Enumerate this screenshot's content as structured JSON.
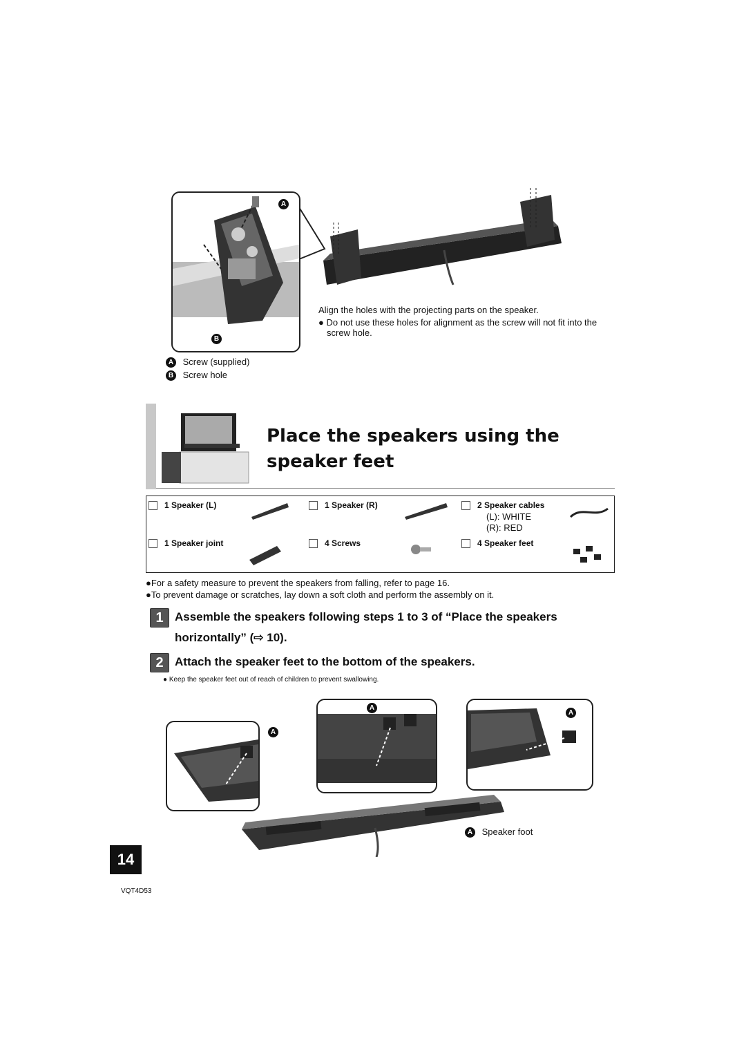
{
  "figure1": {
    "label_a": "A",
    "label_b": "B",
    "align_note": "Align the holes with the projecting parts on the speaker.",
    "warning_note": "Do not use these holes for alignment as the screw will not fit into the screw hole.",
    "legend": [
      {
        "marker": "A",
        "text": "Screw (supplied)"
      },
      {
        "marker": "B",
        "text": "Screw hole"
      }
    ]
  },
  "section": {
    "title_line1": "Place the speakers using the",
    "title_line2": "speaker feet"
  },
  "accessories": [
    {
      "label": "1 Speaker (L)"
    },
    {
      "label": "1 Speaker (R)"
    },
    {
      "label": "2 Speaker cables",
      "sub1": "(L): WHITE",
      "sub2": "(R): RED"
    },
    {
      "label": "1 Speaker joint"
    },
    {
      "label": "4 Screws"
    },
    {
      "label": "4 Speaker feet"
    }
  ],
  "notes": [
    "●For a safety measure to prevent the speakers from falling, refer to page 16.",
    "●To prevent damage or scratches, lay down a soft cloth and perform the assembly on it."
  ],
  "steps": [
    {
      "num": "1",
      "line1": "Assemble the speakers following steps 1 to 3 of “Place the speakers",
      "line2": "horizontally” (⇨ 10)."
    },
    {
      "num": "2",
      "line1": "Attach the speaker feet to the bottom of the speakers."
    }
  ],
  "step2_note": "●  Keep the speaker feet out of reach of children to prevent swallowing.",
  "figure2": {
    "marker": "A",
    "legend_text": "Speaker foot"
  },
  "page_number": "14",
  "doc_code": "VQT4D53"
}
